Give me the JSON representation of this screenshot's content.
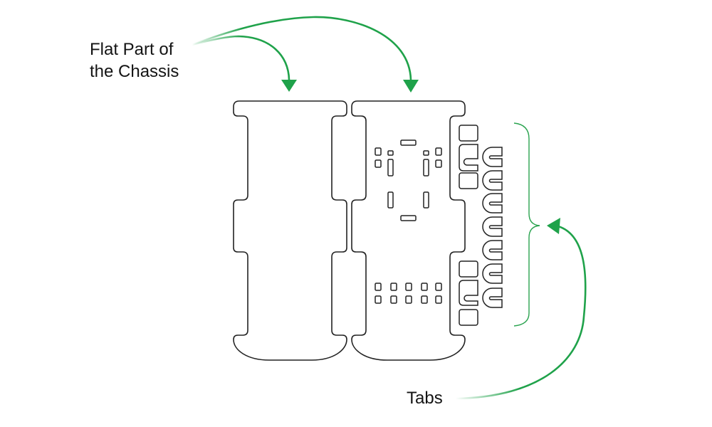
{
  "labels": {
    "chassis_label_line1": "Flat Part of",
    "chassis_label_line2": "the Chassis",
    "tabs_label": "Tabs"
  },
  "colors": {
    "accent": "#1fa24a",
    "outline": "#222222"
  }
}
